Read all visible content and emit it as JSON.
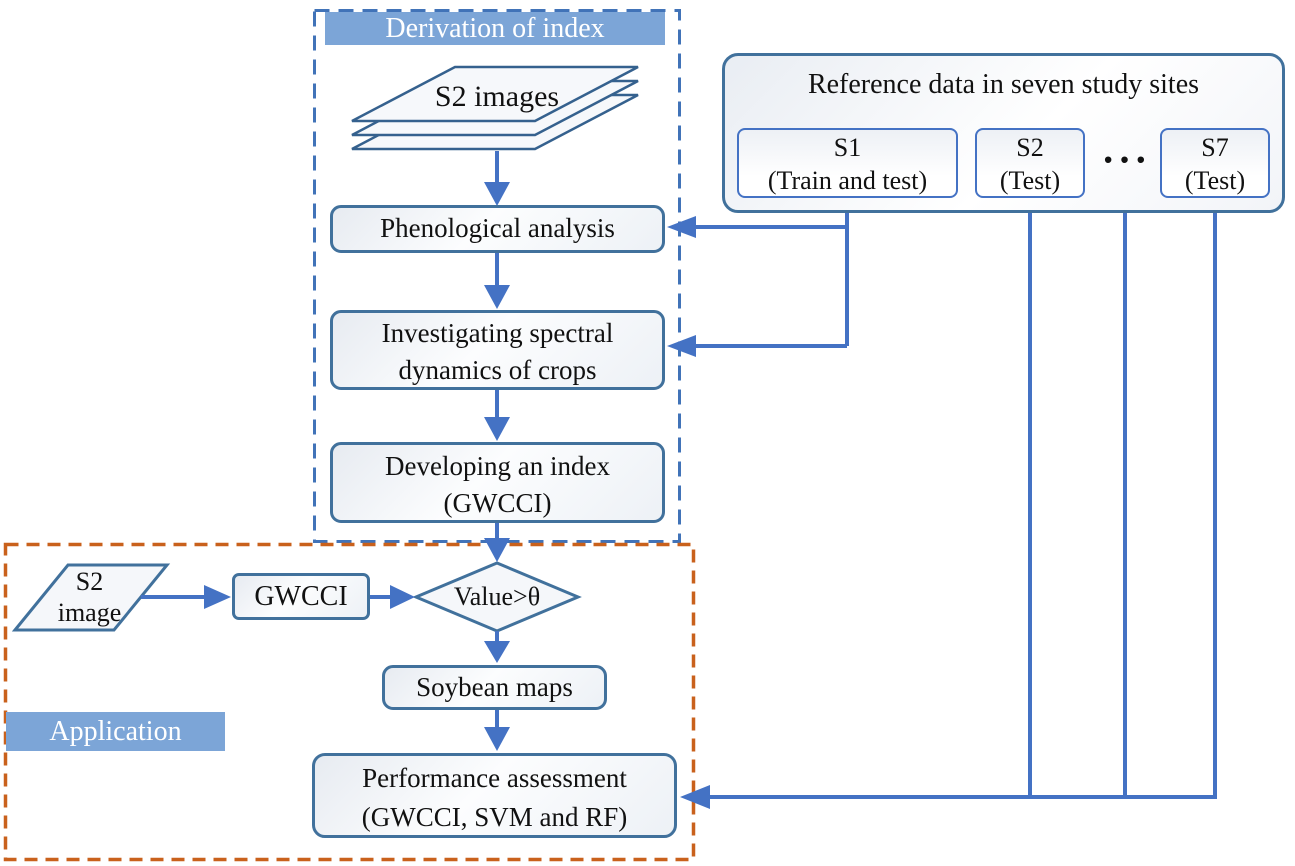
{
  "colors": {
    "accent_blue": "#4472C4",
    "box_border_blue": "#41719C",
    "dashed_blue": "#4173B8",
    "dashed_orange": "#C9611C",
    "title_bar_blue": "#7CA5D7",
    "text_black": "#111111",
    "title_text_white": "#FFFFFF"
  },
  "derivation_panel": {
    "title": "Derivation of index",
    "s2_images_label": "S2 images",
    "steps": {
      "phenological": "Phenological analysis",
      "investigating": [
        "Investigating spectral",
        "dynamics of crops"
      ],
      "developing": [
        "Developing an index",
        "(GWCCI)"
      ]
    }
  },
  "reference_panel": {
    "title": "Reference data in seven study sites",
    "sites": [
      {
        "name": "S1",
        "role": "(Train and test)"
      },
      {
        "name": "S2",
        "role": "(Test)"
      },
      {
        "name": "S7",
        "role": "(Test)"
      }
    ],
    "ellipsis": "···"
  },
  "application_panel": {
    "title": "Application",
    "s2_image": [
      "S2",
      "image"
    ],
    "gwcci": "GWCCI",
    "decision": "Value>θ",
    "soybean": "Soybean maps",
    "performance": [
      "Performance assessment",
      "(GWCCI, SVM and RF)"
    ]
  }
}
